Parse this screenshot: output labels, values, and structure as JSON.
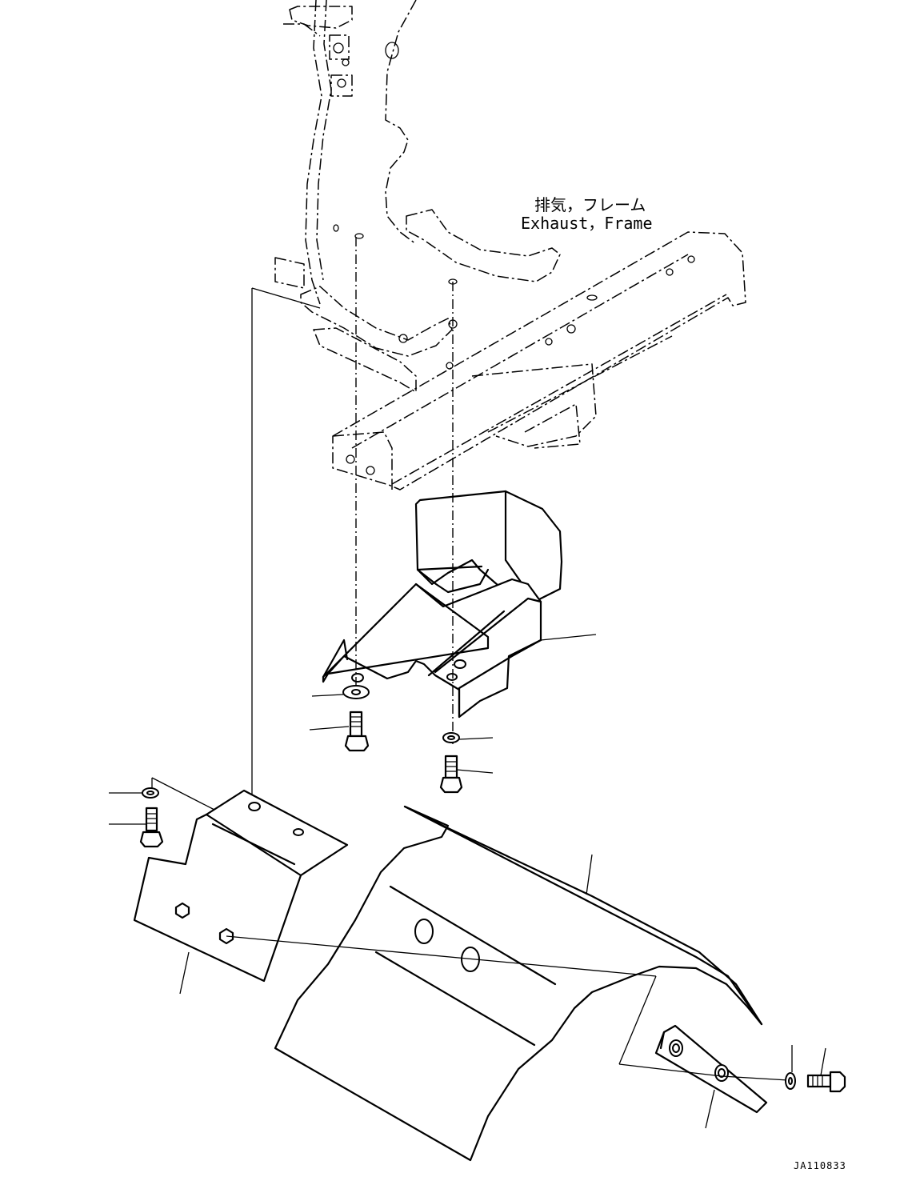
{
  "title": {
    "jp": "排気，フレーム",
    "en": "Exhaust，Frame"
  },
  "drawing_code": "JA110833"
}
